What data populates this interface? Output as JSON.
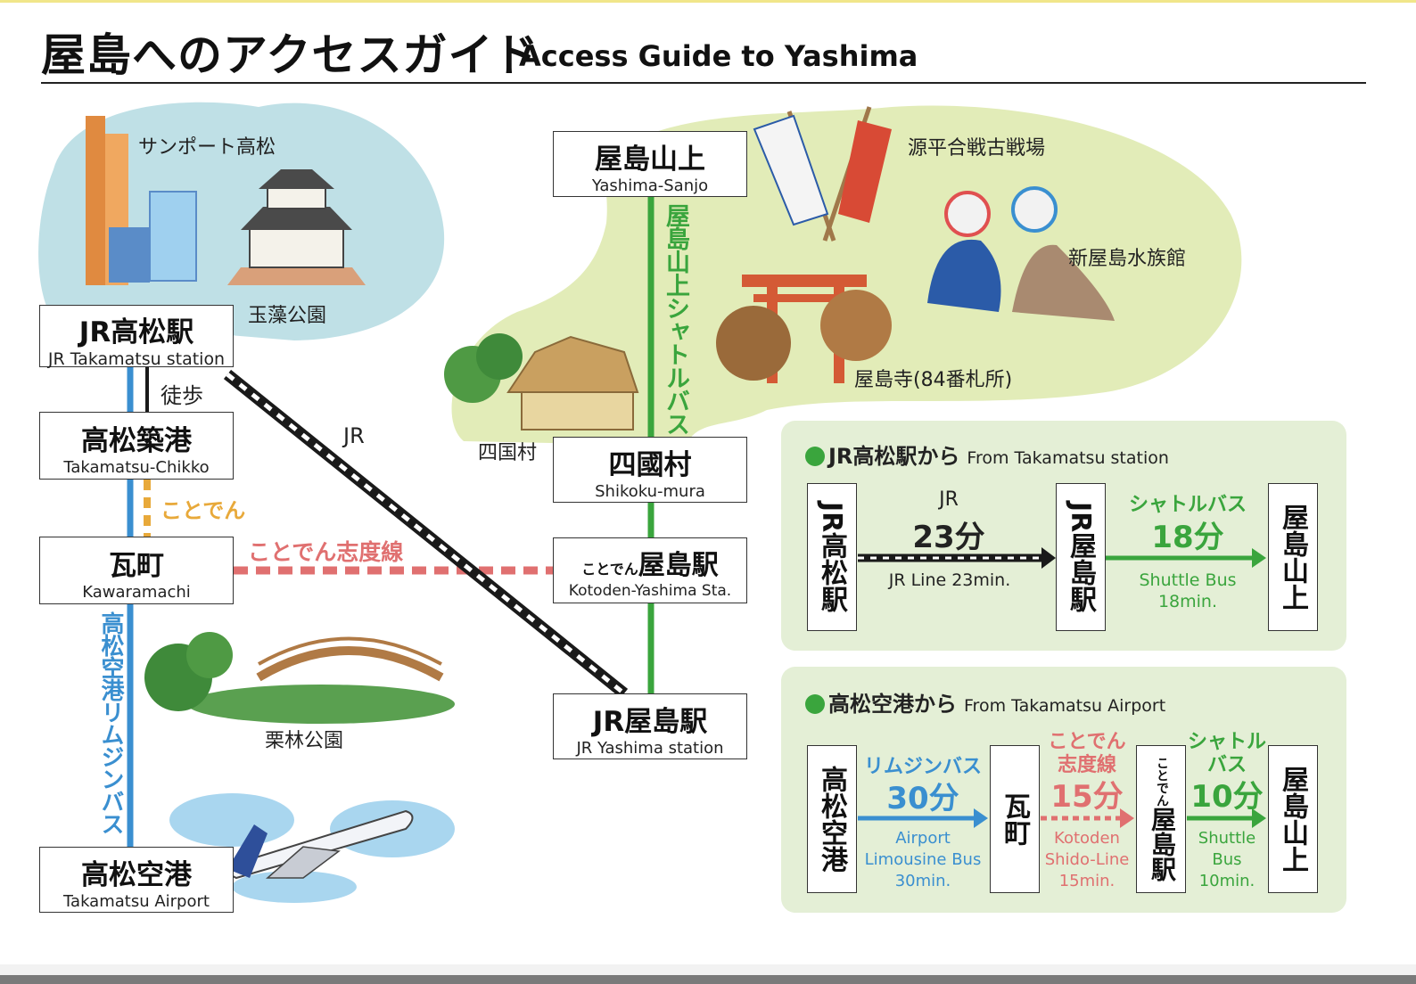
{
  "header": {
    "title_ja": "屋島へのアクセスガイド",
    "title_en": "Access Guide to Yashima"
  },
  "map": {
    "stations": {
      "jr_takamatsu": {
        "ja": "JR高松駅",
        "en": "JR Takamatsu station"
      },
      "takamatsu_chikko": {
        "ja": "高松築港",
        "en": "Takamatsu-Chikko"
      },
      "kawaramachi": {
        "ja": "瓦町",
        "en": "Kawaramachi"
      },
      "takamatsu_airport": {
        "ja": "高松空港",
        "en": "Takamatsu Airport"
      },
      "yashima_sanjo": {
        "ja": "屋島山上",
        "en": "Yashima-Sanjo"
      },
      "shikoku_mura": {
        "ja": "四國村",
        "en": "Shikoku-mura"
      },
      "kotoden_yashima": {
        "ja_prefix": "ことでん",
        "ja": "屋島駅",
        "en": "Kotoden-Yashima Sta."
      },
      "jr_yashima": {
        "ja": "JR屋島駅",
        "en": "JR Yashima station"
      }
    },
    "lines": {
      "walk": "徒歩",
      "kotoden": "ことでん",
      "kotoden_shido": "ことでん志度線",
      "jr": "JR",
      "airport_limousine": "高松空港リムジンバス",
      "yashima_shuttle": "屋島山上シャトルバス"
    },
    "landmarks": {
      "sunport": "サンポート高松",
      "tamamo_park": "玉藻公園",
      "ritsurin_park": "栗林公園",
      "shikokumura": "四国村",
      "genpei_battlefield": "源平合戦古戦場",
      "aquarium": "新屋島水族館",
      "yashimaji": "屋島寺(84番札所)"
    },
    "colors": {
      "jr_line": "#1a1a1a",
      "kotoden_yellow": "#e8a93a",
      "kotoden_shido_pink": "#e07070",
      "limousine_blue": "#3a8fd0",
      "shuttle_green": "#3aa53d",
      "city_blob": "#bfe0e6",
      "yashima_blob": "#e2ecb8",
      "panel_bg": "#e4efd6"
    }
  },
  "panel_takamatsu": {
    "heading_ja": "JR高松駅から",
    "heading_en": "From Takamatsu station",
    "nodes": [
      "JR高松駅",
      "JR屋島駅",
      "屋島山上"
    ],
    "seg1": {
      "top": "JR",
      "time": "23分",
      "caption": "JR Line 23min."
    },
    "seg2": {
      "top": "シャトルバス",
      "time": "18分",
      "caption1": "Shuttle Bus",
      "caption2": "18min."
    }
  },
  "panel_airport": {
    "heading_ja": "高松空港から",
    "heading_en": "From Takamatsu Airport",
    "nodes": [
      "高松空港",
      "瓦町",
      "屋島山上"
    ],
    "node_kotoden_small": "ことでん",
    "node_kotoden_main": "屋島駅",
    "seg1": {
      "top": "リムジンバス",
      "time": "30分",
      "caption1": "Airport",
      "caption2": "Limousine Bus",
      "caption3": "30min."
    },
    "seg2": {
      "top1": "ことでん",
      "top2": "志度線",
      "time": "15分",
      "caption1": "Kotoden",
      "caption2": "Shido-Line",
      "caption3": "15min."
    },
    "seg3": {
      "top1": "シャトル",
      "top2": "バス",
      "time": "10分",
      "caption1": "Shuttle",
      "caption2": "Bus",
      "caption3": "10min."
    }
  }
}
